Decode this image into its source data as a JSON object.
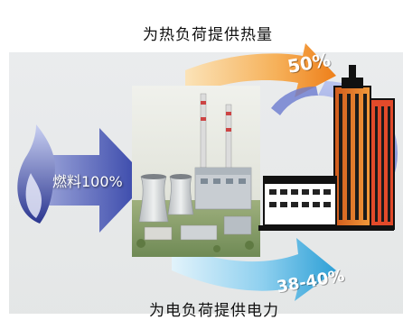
{
  "labels": {
    "heat_supply": "为热负荷提供热量",
    "heat_percent": "50%",
    "power_supply": "为电负荷提供电力",
    "power_percent": "38-40%",
    "fuel_input": "燃料100%"
  },
  "colors": {
    "heat_arrow": "#f08a24",
    "power_arrow": "#4fb3e0",
    "fuel_arrow": "#3d4db0",
    "ring": "#7a8ad6",
    "background_panel": "#e6e8ec"
  },
  "icons": {
    "flame": "flame-icon",
    "power_plant": "power-plant-image",
    "city": "city-buildings-image"
  }
}
